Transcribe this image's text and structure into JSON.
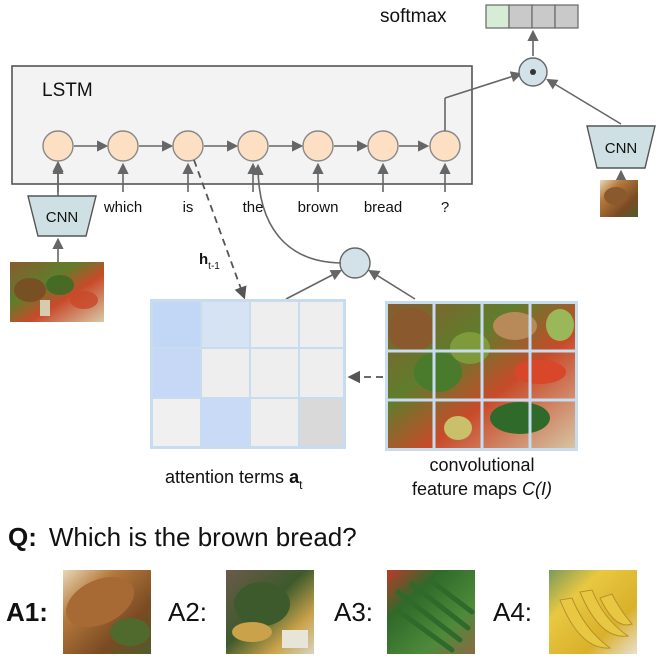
{
  "softmax": {
    "label": "softmax"
  },
  "lstm": {
    "label": "LSTM",
    "words": [
      "which",
      "is",
      "the",
      "brown",
      "bread",
      "?"
    ]
  },
  "cnn_left": {
    "label": "CNN"
  },
  "cnn_right": {
    "label": "CNN"
  },
  "hidden_state": {
    "label": "h",
    "subscript": "t-1"
  },
  "attention": {
    "label": "attention terms ",
    "bold_symbol": "a",
    "subscript": "t"
  },
  "conv": {
    "line1": "convolutional",
    "line2_prefix": "feature maps ",
    "line2_symbol": "C(I)"
  },
  "question": {
    "prefix": "Q:",
    "text": "Which is the brown bread?"
  },
  "answers": [
    {
      "label": "A1:"
    },
    {
      "label": "A2:"
    },
    {
      "label": "A3:"
    },
    {
      "label": "A4:"
    }
  ],
  "colors": {
    "node_fill": "#fde0c4",
    "node_stroke": "#888888",
    "box_stroke": "#555555",
    "cnn_fill": "#cfe0e4",
    "attention_grid": "#c7dcef",
    "softmax_first": "#d7ecd4",
    "softmax_rest": "#c9c9c9",
    "arrow": "#666666"
  }
}
